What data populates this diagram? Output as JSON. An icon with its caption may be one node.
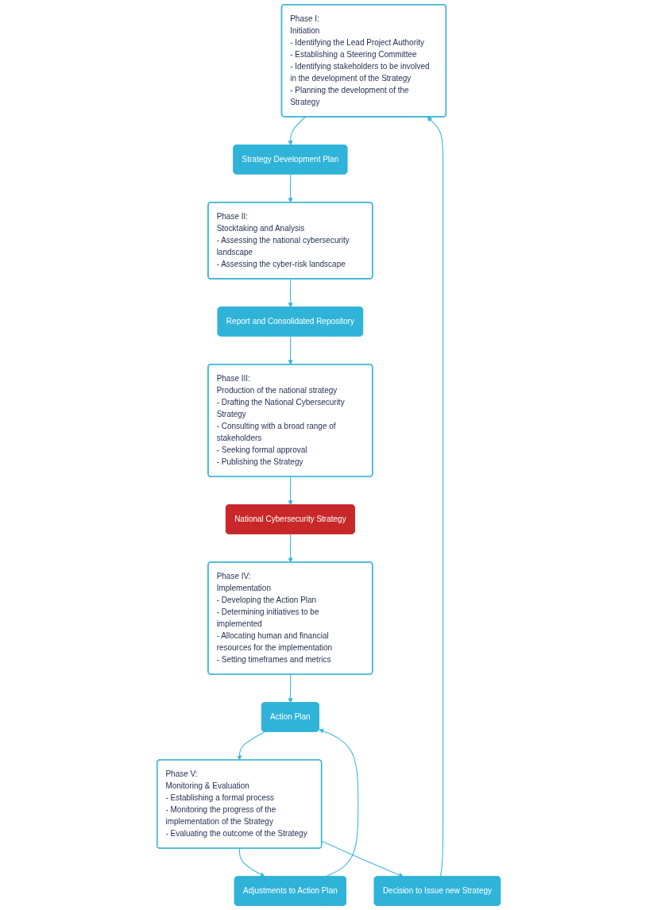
{
  "diagram": {
    "nodes": [
      {
        "text": [
          "Phase I:",
          "Initiation",
          "- Identifying the Lead Project Authority",
          "- Establishing a Steering Committee",
          "- Identifying stakeholders to be involved in the development of the Strategy",
          "- Planning the development of the Strategy"
        ]
      },
      {
        "text": [
          "Strategy Development Plan"
        ]
      },
      {
        "text": [
          "Phase II:",
          "Stocktaking and Analysis",
          "- Assessing the national cybersecurity landscape",
          "- Assessing the cyber-risk landscape"
        ]
      },
      {
        "text": [
          "Report and Consolidated Repository"
        ]
      },
      {
        "text": [
          "Phase III:",
          "Production of the national strategy",
          "- Drafting the National Cybersecurity Strategy",
          "- Consulting with a broad range of stakeholders",
          "- Seeking formal approval",
          "- Publishing the Strategy"
        ]
      },
      {
        "text": [
          "National Cybersecurity Strategy"
        ]
      },
      {
        "text": [
          "Phase IV:",
          "Implementation",
          "- Developing the Action Plan",
          "- Determining initiatives to be implemented",
          "- Allocating human and financial resources for the implementation",
          "- Setting timeframes and metrics"
        ]
      },
      {
        "text": [
          "Action Plan"
        ]
      },
      {
        "text": [
          "Phase V:",
          "Monitoring & Evaluation",
          "- Establishing a formal process",
          "- Monitoring the progress of the implementation of the Strategy",
          "- Evaluating the outcome of the Strategy"
        ]
      },
      {
        "text": [
          "Decision to Issue new Strategy"
        ]
      },
      {
        "text": [
          "Adjustments to Action Plan"
        ]
      }
    ],
    "edges": [
      {
        "from": 0,
        "to": 1,
        "arrow": "to"
      },
      {
        "from": 1,
        "to": 2,
        "arrow": "to"
      },
      {
        "from": 2,
        "to": 3,
        "arrow": "to"
      },
      {
        "from": 3,
        "to": 4,
        "arrow": "to"
      },
      {
        "from": 4,
        "to": 5,
        "arrow": "to"
      },
      {
        "from": 5,
        "to": 6,
        "arrow": "to"
      },
      {
        "from": 6,
        "to": 7,
        "arrow": "to"
      },
      {
        "from": 7,
        "to": 8,
        "arrow": "to"
      },
      {
        "from": 8,
        "to": 10,
        "arrow": "to"
      },
      {
        "from": 10,
        "to": 7,
        "arrow": "to"
      },
      {
        "from": 8,
        "to": 9,
        "arrow": "to"
      },
      {
        "from": 9,
        "to": 0,
        "arrow": "to"
      }
    ]
  }
}
